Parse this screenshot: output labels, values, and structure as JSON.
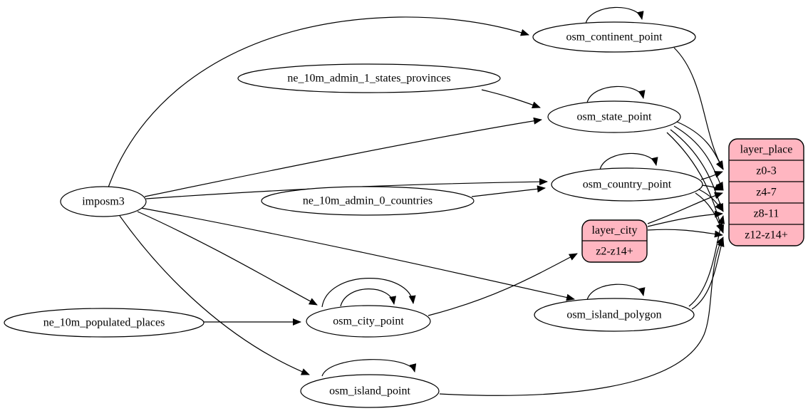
{
  "diagram": {
    "description": "ETL graph for place layers",
    "colors": {
      "background": "#ffffff",
      "edge_stroke": "#000000",
      "table_fill": "#ffffff",
      "table_stroke": "#000000",
      "layer_fill": "#ffb6c1",
      "text": "#000000"
    }
  },
  "nodes": [
    {
      "id": "imposm3",
      "label": "imposm3"
    },
    {
      "id": "ne_10m_admin_1_states_provinces",
      "label": "ne_10m_admin_1_states_provinces"
    },
    {
      "id": "ne_10m_admin_0_countries",
      "label": "ne_10m_admin_0_countries"
    },
    {
      "id": "ne_10m_populated_places",
      "label": "ne_10m_populated_places"
    },
    {
      "id": "osm_continent_point",
      "label": "osm_continent_point"
    },
    {
      "id": "osm_state_point",
      "label": "osm_state_point"
    },
    {
      "id": "osm_country_point",
      "label": "osm_country_point"
    },
    {
      "id": "osm_city_point",
      "label": "osm_city_point"
    },
    {
      "id": "osm_island_polygon",
      "label": "osm_island_polygon"
    },
    {
      "id": "osm_island_point",
      "label": "osm_island_point"
    }
  ],
  "records": [
    {
      "id": "layer_city",
      "rows": [
        "layer_city",
        "z2-z14+"
      ]
    },
    {
      "id": "layer_place",
      "rows": [
        "layer_place",
        "z0-3",
        "z4-7",
        "z8-11",
        "z12-z14+"
      ]
    }
  ],
  "edges": [
    {
      "from": "imposm3",
      "to": "osm_continent_point"
    },
    {
      "from": "imposm3",
      "to": "osm_state_point"
    },
    {
      "from": "imposm3",
      "to": "osm_country_point"
    },
    {
      "from": "imposm3",
      "to": "osm_city_point"
    },
    {
      "from": "imposm3",
      "to": "osm_island_polygon"
    },
    {
      "from": "imposm3",
      "to": "osm_island_point"
    },
    {
      "from": "ne_10m_admin_1_states_provinces",
      "to": "osm_state_point"
    },
    {
      "from": "ne_10m_admin_0_countries",
      "to": "osm_country_point"
    },
    {
      "from": "ne_10m_populated_places",
      "to": "osm_city_point"
    },
    {
      "from": "osm_continent_point",
      "to": "osm_continent_point"
    },
    {
      "from": "osm_state_point",
      "to": "osm_state_point"
    },
    {
      "from": "osm_country_point",
      "to": "osm_country_point"
    },
    {
      "from": "osm_city_point",
      "to": "osm_city_point",
      "variant": "outer"
    },
    {
      "from": "osm_city_point",
      "to": "osm_city_point",
      "variant": "inner"
    },
    {
      "from": "osm_island_polygon",
      "to": "osm_island_polygon"
    },
    {
      "from": "osm_island_point",
      "to": "osm_island_point"
    },
    {
      "from": "osm_continent_point",
      "to": "layer_place",
      "row": "z0-3"
    },
    {
      "from": "osm_state_point",
      "to": "layer_place",
      "row": "z0-3"
    },
    {
      "from": "osm_state_point",
      "to": "layer_place",
      "row": "z4-7"
    },
    {
      "from": "osm_state_point",
      "to": "layer_place",
      "row": "z8-11"
    },
    {
      "from": "osm_state_point",
      "to": "layer_place",
      "row": "z12-z14+"
    },
    {
      "from": "osm_country_point",
      "to": "layer_place",
      "row": "z0-3"
    },
    {
      "from": "osm_country_point",
      "to": "layer_place",
      "row": "z4-7"
    },
    {
      "from": "osm_country_point",
      "to": "layer_place",
      "row": "z8-11"
    },
    {
      "from": "osm_country_point",
      "to": "layer_place",
      "row": "z12-z14+"
    },
    {
      "from": "osm_city_point",
      "to": "layer_city",
      "row": "z2-z14+"
    },
    {
      "from": "layer_city",
      "to": "layer_place",
      "row": "z4-7"
    },
    {
      "from": "layer_city",
      "to": "layer_place",
      "row": "z8-11"
    },
    {
      "from": "layer_city",
      "to": "layer_place",
      "row": "z12-z14+"
    },
    {
      "from": "osm_island_polygon",
      "to": "layer_place",
      "row": "z8-11"
    },
    {
      "from": "osm_island_polygon",
      "to": "layer_place",
      "row": "z12-z14+"
    },
    {
      "from": "osm_island_point",
      "to": "layer_place",
      "row": "z12-z14+"
    }
  ]
}
